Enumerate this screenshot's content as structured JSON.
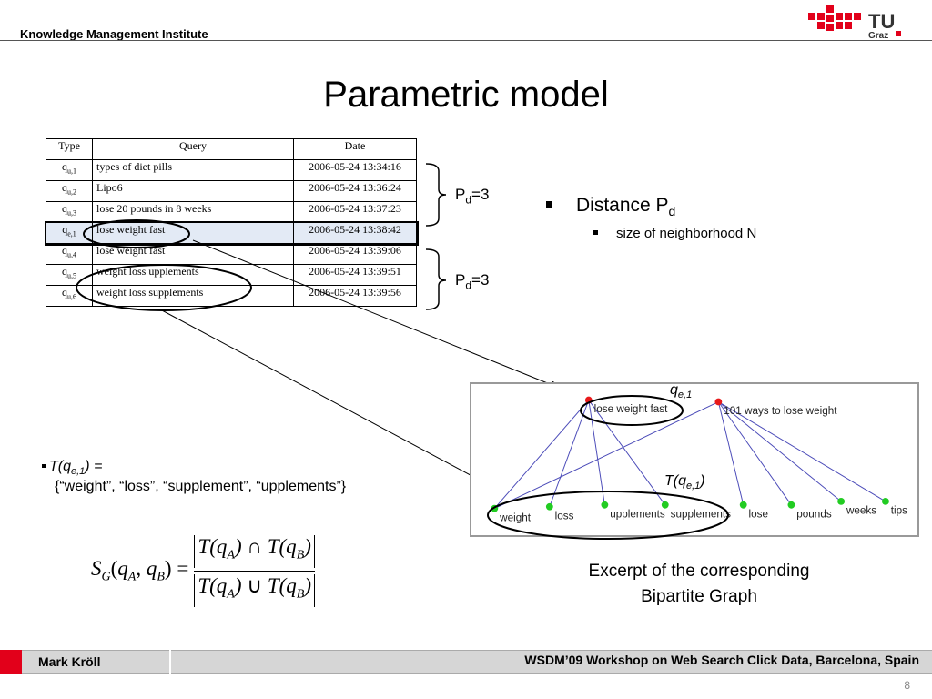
{
  "header": {
    "institute": "Knowledge Management Institute",
    "logo_text": "TU",
    "logo_sub": "Graz"
  },
  "slide": {
    "title": "Parametric model"
  },
  "table": {
    "headers": [
      "Type",
      "Query",
      "Date"
    ],
    "rows": [
      {
        "type": "q",
        "type_sub": "u,1",
        "query": "types of diet pills",
        "date": "2006-05-24 13:34:16"
      },
      {
        "type": "q",
        "type_sub": "u,2",
        "query": "Lipo6",
        "date": "2006-05-24 13:36:24"
      },
      {
        "type": "q",
        "type_sub": "u,3",
        "query": "lose 20 pounds in 8 weeks",
        "date": "2006-05-24 13:37:23"
      },
      {
        "type": "q",
        "type_sub": "e,1",
        "query": "lose weight fast",
        "date": "2006-05-24 13:38:42"
      },
      {
        "type": "q",
        "type_sub": "u,4",
        "query": "lose weight fast",
        "date": "2006-05-24 13:39:06"
      },
      {
        "type": "q",
        "type_sub": "u,5",
        "query": "weight loss upplements",
        "date": "2006-05-24 13:39:51"
      },
      {
        "type": "q",
        "type_sub": "u,6",
        "query": "weight loss supplements",
        "date": "2006-05-24 13:39:56"
      }
    ]
  },
  "braces": {
    "top": {
      "p": "P",
      "sub": "d",
      "value": "=3"
    },
    "bottom": {
      "p": "P",
      "sub": "d",
      "value": "=3"
    }
  },
  "bullets": {
    "main": "Distance P",
    "main_sub": "d",
    "sub": "size of neighborhood N"
  },
  "graph": {
    "query_nodes": [
      "lose weight fast",
      "101 ways to lose weight"
    ],
    "term_nodes": [
      "weight",
      "loss",
      "upplements",
      "supplements",
      "lose",
      "pounds",
      "weeks",
      "tips"
    ],
    "node_color_query": "#e8191a",
    "node_color_term": "#22cc22",
    "qe1_label": "q",
    "qe1_sub": "e,1",
    "tqe1_label": "T(q",
    "tqe1_sub": "e,1",
    "tqe1_close": ")"
  },
  "caption": {
    "line1": "Excerpt of the corresponding",
    "line2": "Bipartite Graph"
  },
  "tq": {
    "label": "T(q",
    "sub": "e,1",
    "close": ") =",
    "set": "{“weight”, “loss”, “supplement”,  “upplements”}"
  },
  "formula": {
    "lhs": "S",
    "lhs_sub": "G",
    "args": "(q",
    "a": "A",
    "mid": ", q",
    "b": "B",
    "end": ") ="
  },
  "footer": {
    "author": "Mark Kröll",
    "conference": "WSDM’09 Workshop on Web Search Click Data, Barcelona, Spain",
    "page": "8"
  }
}
